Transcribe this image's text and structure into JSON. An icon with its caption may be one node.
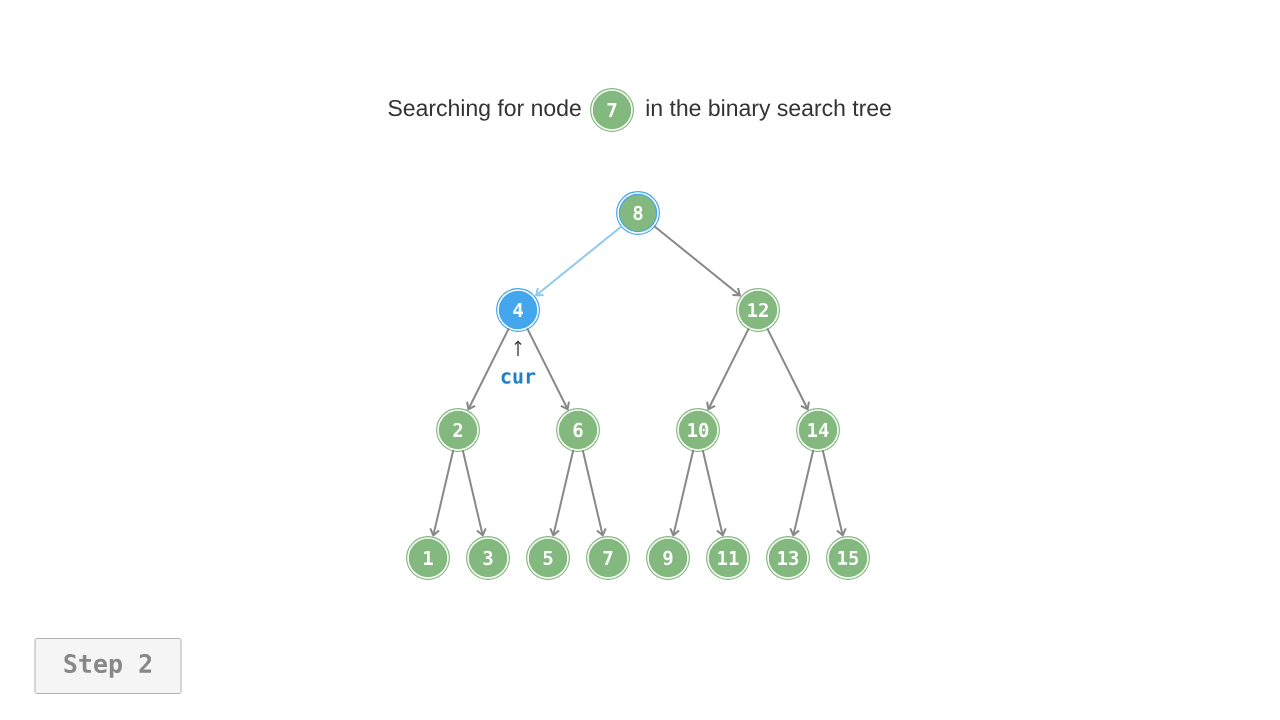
{
  "diagram": {
    "nodes": [
      {
        "text": [
          "7"
        ]
      },
      {
        "text": [
          "8"
        ]
      },
      {
        "text": [
          "4"
        ]
      },
      {
        "text": [
          "12"
        ]
      },
      {
        "text": [
          "2"
        ]
      },
      {
        "text": [
          "6"
        ]
      },
      {
        "text": [
          "10"
        ]
      },
      {
        "text": [
          "14"
        ]
      },
      {
        "text": [
          "1"
        ]
      },
      {
        "text": [
          "3"
        ]
      },
      {
        "text": [
          "5"
        ]
      },
      {
        "text": [
          "7"
        ]
      },
      {
        "text": [
          "9"
        ]
      },
      {
        "text": [
          "11"
        ]
      },
      {
        "text": [
          "13"
        ]
      },
      {
        "text": [
          "15"
        ]
      },
      {
        "text": [
          "cur"
        ]
      },
      {
        "text": [
          "Step 2"
        ]
      }
    ],
    "edges": [
      {
        "from": 1,
        "to": 2,
        "arrow": "to",
        "color": "#8ecaf0"
      },
      {
        "from": 1,
        "to": 3,
        "arrow": "to"
      },
      {
        "from": 2,
        "to": 4,
        "arrow": "to"
      },
      {
        "from": 2,
        "to": 5,
        "arrow": "to"
      },
      {
        "from": 3,
        "to": 6,
        "arrow": "to"
      },
      {
        "from": 3,
        "to": 7,
        "arrow": "to"
      },
      {
        "from": 4,
        "to": 8,
        "arrow": "to"
      },
      {
        "from": 4,
        "to": 9,
        "arrow": "to"
      },
      {
        "from": 5,
        "to": 10,
        "arrow": "to"
      },
      {
        "from": 5,
        "to": 11,
        "arrow": "to"
      },
      {
        "from": 6,
        "to": 12,
        "arrow": "to"
      },
      {
        "from": 6,
        "to": 13,
        "arrow": "to"
      },
      {
        "from": 7,
        "to": 14,
        "arrow": "to"
      },
      {
        "from": 7,
        "to": 15,
        "arrow": "to"
      },
      {
        "from": 16,
        "to": 2,
        "arrow": "to"
      }
    ],
    "labels": [
      "Searching for node",
      "in the binary search tree"
    ]
  }
}
